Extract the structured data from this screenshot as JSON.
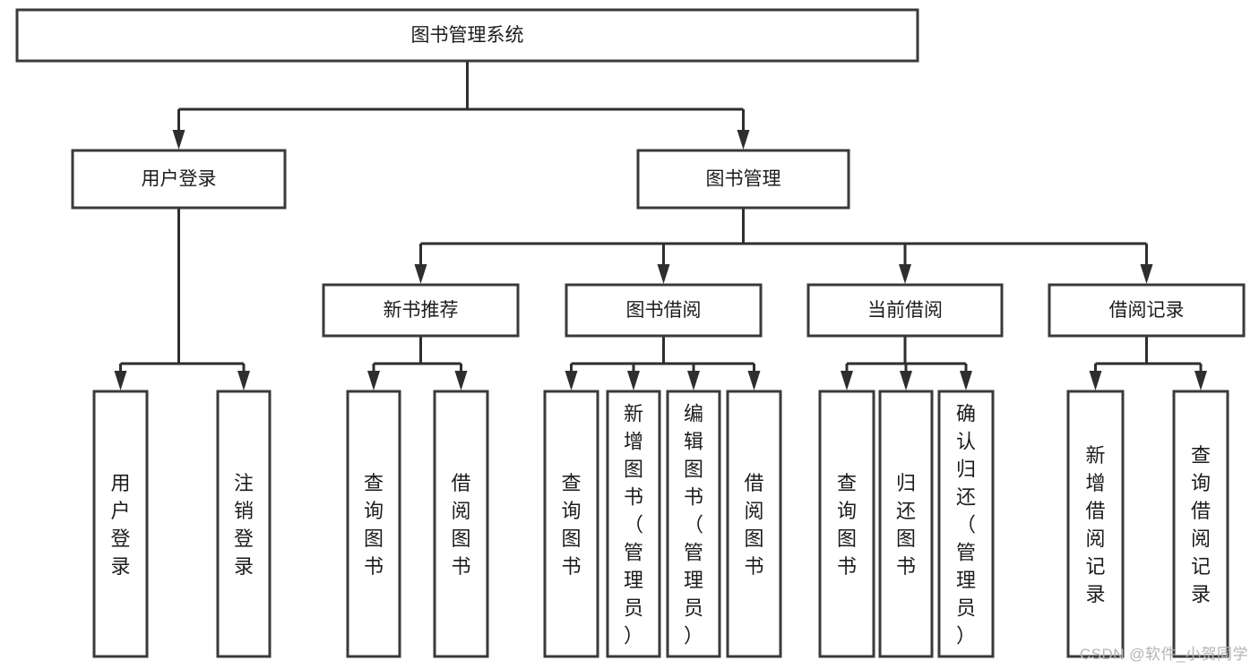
{
  "diagram": {
    "title": "图书管理系统",
    "type": "tree-hierarchy-diagram",
    "colors": {
      "box_stroke": "#3a3a3a",
      "box_fill": "#ffffff",
      "edge": "#2e2e2e",
      "text": "#1c1c1c",
      "watermark": "#b4b4b4",
      "background": "#ffffff"
    },
    "levels": {
      "root": {
        "label": "图书管理系统"
      },
      "level2": [
        {
          "id": "user-login",
          "label": "用户登录"
        },
        {
          "id": "book-management",
          "label": "图书管理"
        }
      ],
      "level3": [
        {
          "id": "new-book-recommend",
          "label": "新书推荐",
          "parent": "book-management"
        },
        {
          "id": "book-borrow",
          "label": "图书借阅",
          "parent": "book-management"
        },
        {
          "id": "current-borrow",
          "label": "当前借阅",
          "parent": "book-management"
        },
        {
          "id": "borrow-record",
          "label": "借阅记录",
          "parent": "book-management"
        }
      ],
      "leaves": [
        {
          "id": "leaf-user-login",
          "label": "用户登录",
          "parent": "user-login"
        },
        {
          "id": "leaf-logout-login",
          "label": "注销登录",
          "parent": "user-login"
        },
        {
          "id": "leaf-query-book-1",
          "label": "查询图书",
          "parent": "new-book-recommend"
        },
        {
          "id": "leaf-borrow-book-1",
          "label": "借阅图书",
          "parent": "new-book-recommend"
        },
        {
          "id": "leaf-query-book-2",
          "label": "查询图书",
          "parent": "book-borrow"
        },
        {
          "id": "leaf-add-book",
          "label": "新增图书（管理员）",
          "parent": "book-borrow"
        },
        {
          "id": "leaf-edit-book",
          "label": "编辑图书（管理员）",
          "parent": "book-borrow"
        },
        {
          "id": "leaf-borrow-book-2",
          "label": "借阅图书",
          "parent": "book-borrow"
        },
        {
          "id": "leaf-query-book-3",
          "label": "查询图书",
          "parent": "current-borrow"
        },
        {
          "id": "leaf-return-book",
          "label": "归还图书",
          "parent": "current-borrow"
        },
        {
          "id": "leaf-confirm-return",
          "label": "确认归还（管理员）",
          "parent": "current-borrow"
        },
        {
          "id": "leaf-add-record",
          "label": "新增借阅记录",
          "parent": "borrow-record"
        },
        {
          "id": "leaf-query-record",
          "label": "查询借阅记录",
          "parent": "borrow-record"
        }
      ]
    }
  },
  "watermark": {
    "text": "CSDN @软件_小贺同学"
  }
}
